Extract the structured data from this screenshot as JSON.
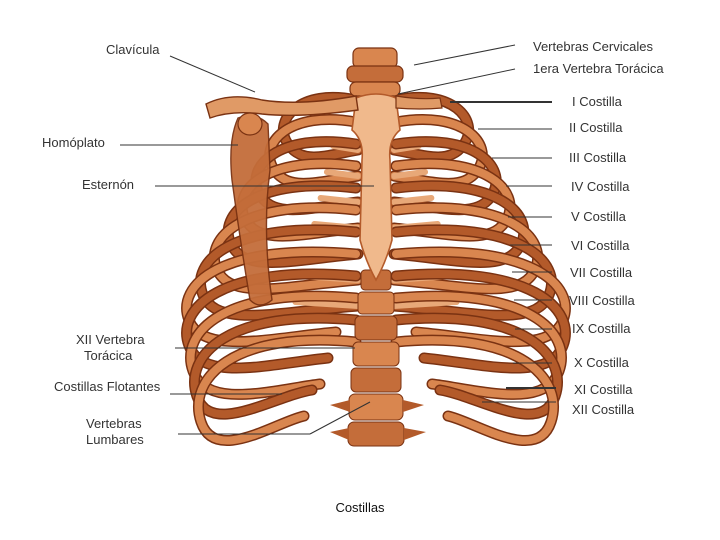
{
  "colors": {
    "bone_light": "#f0b98c",
    "bone_mid": "#d9864f",
    "bone_dark": "#b35a2a",
    "bone_shadow": "#7a3212",
    "cartilage": "#e8a878",
    "leader": "#333333",
    "text": "#333333"
  },
  "labels": {
    "clavicula": "Clavícula",
    "homoplato": "Homóplato",
    "esternon": "Esternón",
    "xii_vertebra_line1": "XII Vertebra",
    "xii_vertebra_line2": "Torácica",
    "costillas_flotantes": "Costillas Flotantes",
    "vertebras_lumbares_line1": "Vertebras",
    "vertebras_lumbares_line2": "Lumbares",
    "vertebras_cervicales": "Vertebras Cervicales",
    "primera_vertebra": "1era Vertebra Torácica",
    "costillas": [
      "I Costilla",
      "II Costilla",
      "III Costilla",
      "IV Costilla",
      "V Costilla",
      "VI Costilla",
      "VII Costilla",
      "VIII Costilla",
      "IX Costilla",
      "X Costilla",
      "XI Costilla",
      "XII Costilla"
    ]
  },
  "caption": "Costillas"
}
